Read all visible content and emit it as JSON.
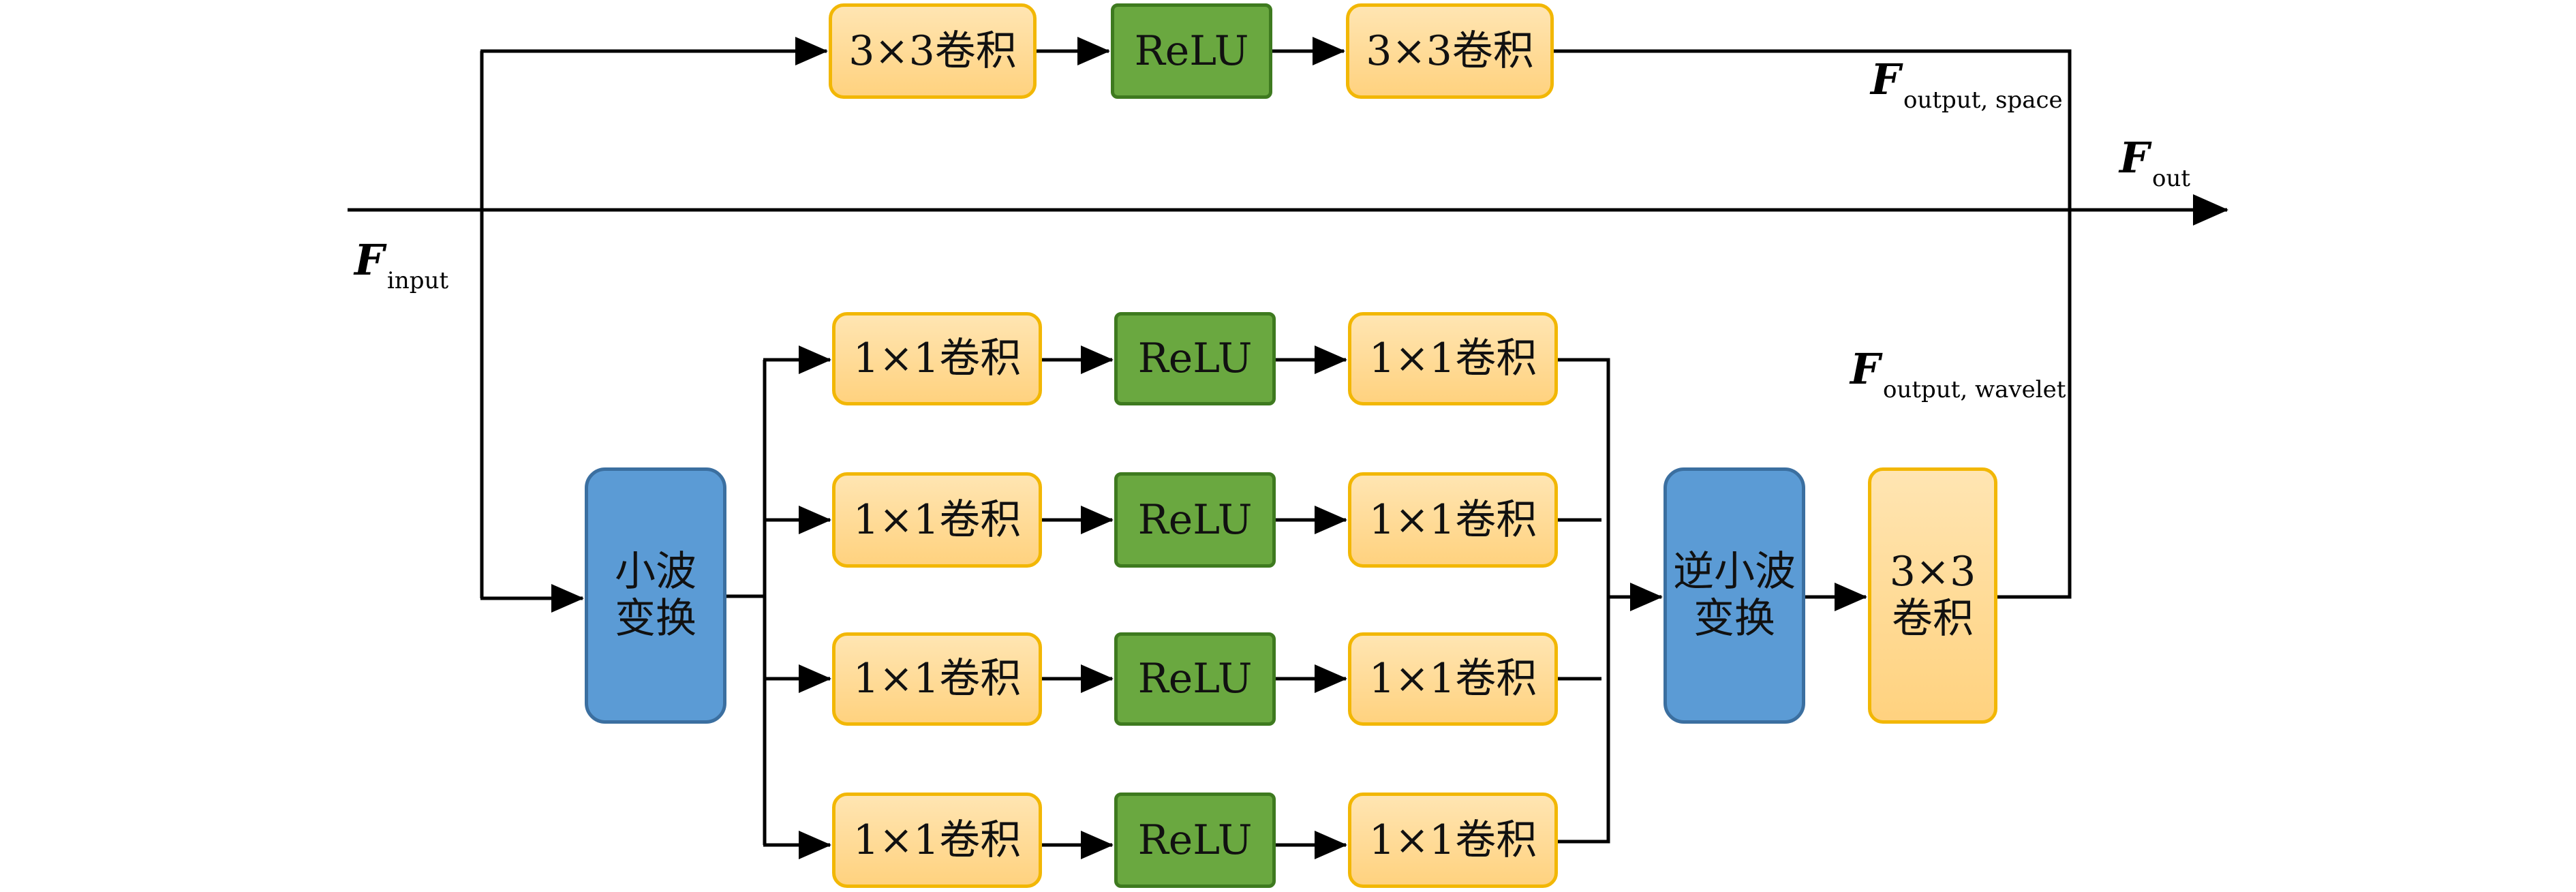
{
  "labels": {
    "input_symbol": "F",
    "input_sub": "input",
    "output_symbol": "F",
    "output_sub": "out",
    "space_symbol": "F",
    "space_sub": "output, space",
    "wavelet_symbol": "F",
    "wavelet_sub": "output, wavelet"
  },
  "spatial_branch": {
    "conv1": "3×3卷积",
    "relu": "ReLU",
    "conv2": "3×3卷积"
  },
  "wavelet_branch": {
    "dwt": "小波\n变换",
    "rows": [
      {
        "conv1": "1×1卷积",
        "relu": "ReLU",
        "conv2": "1×1卷积"
      },
      {
        "conv1": "1×1卷积",
        "relu": "ReLU",
        "conv2": "1×1卷积"
      },
      {
        "conv1": "1×1卷积",
        "relu": "ReLU",
        "conv2": "1×1卷积"
      },
      {
        "conv1": "1×1卷积",
        "relu": "ReLU",
        "conv2": "1×1卷积"
      }
    ],
    "idwt": "逆小波\n变换",
    "final_conv": "3×3\n卷积"
  },
  "colors": {
    "conv_fill": "#ffd27f",
    "conv_border": "#f2b705",
    "relu_fill": "#6aa840",
    "wavelet_fill": "#5b9bd5",
    "line": "#000000"
  }
}
